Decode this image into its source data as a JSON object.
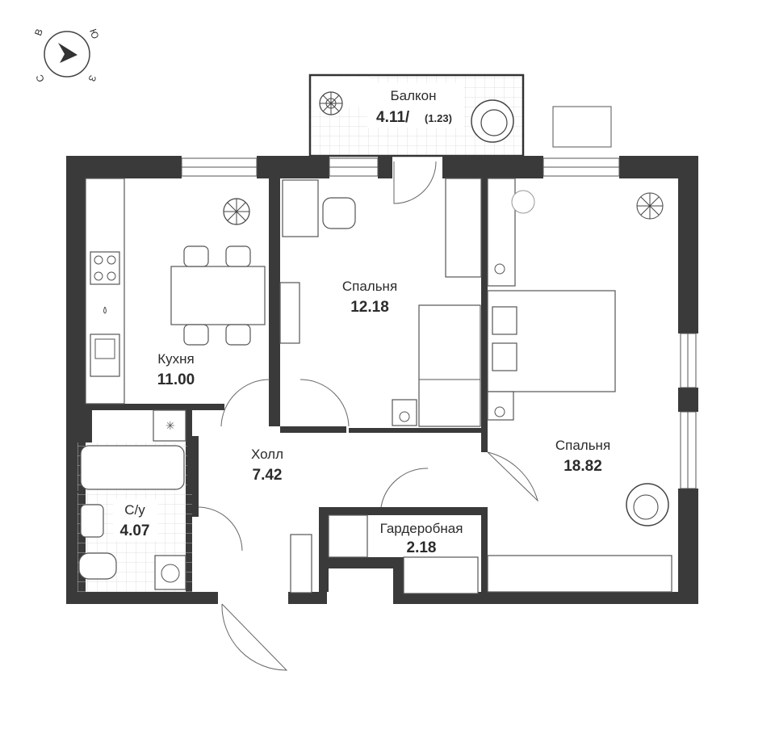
{
  "compass": {
    "letters": {
      "top_left": "В",
      "top_right": "Ю",
      "bottom_left": "С",
      "bottom_right": "З"
    },
    "icon": "compass-arrow-icon"
  },
  "rooms": {
    "balcony": {
      "name": "Балкон",
      "area": "4.11/",
      "area_reduced": "(1.23)"
    },
    "kitchen": {
      "name": "Кухня",
      "area": "11.00"
    },
    "bedroom_small": {
      "name": "Спальня",
      "area": "12.18"
    },
    "bedroom_large": {
      "name": "Спальня",
      "area": "18.82"
    },
    "hall": {
      "name": "Холл",
      "area": "7.42"
    },
    "bathroom": {
      "name": "С/у",
      "area": "4.07"
    },
    "wardrobe": {
      "name": "Гардеробная",
      "area": "2.18"
    }
  },
  "colors": {
    "wall": "#3a3a3a",
    "line": "#555555",
    "tile": "#d8d8d8"
  }
}
